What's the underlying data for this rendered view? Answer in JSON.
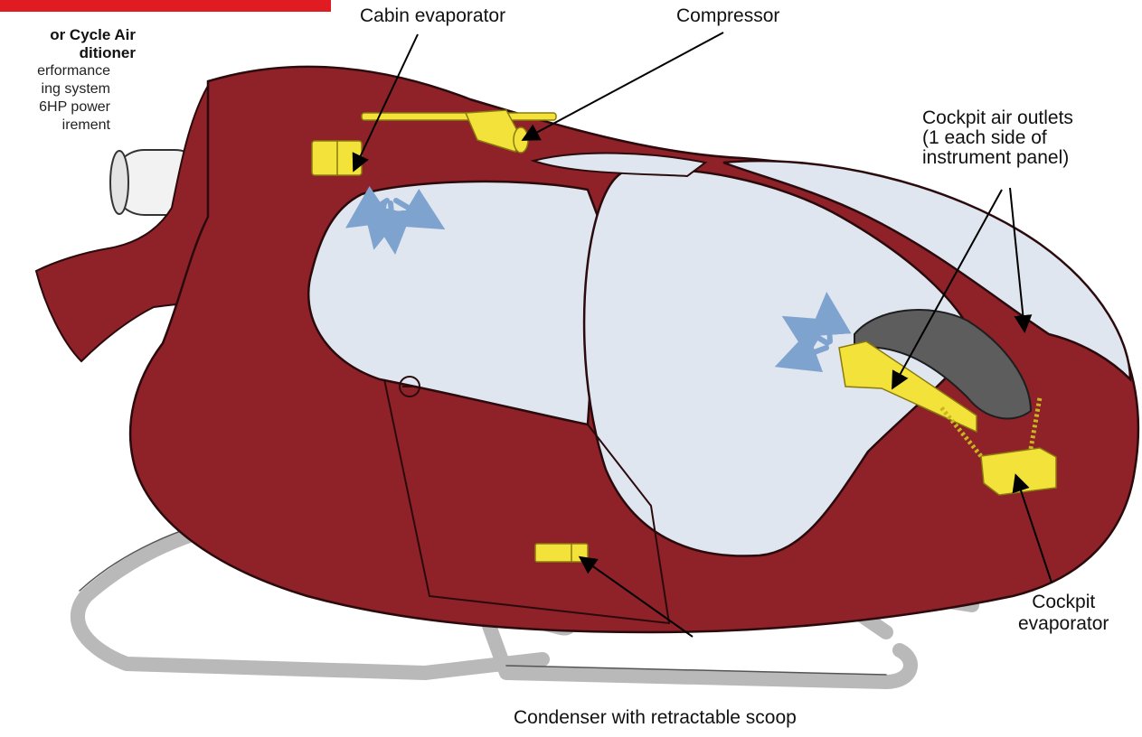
{
  "sidebar": {
    "title": "or Cycle Air\nditioner",
    "description": "erformance\ning system\n6HP power\nirement"
  },
  "labels": {
    "cabin_evaporator": "Cabin evaporator",
    "compressor": "Compressor",
    "cockpit_air_outlets": "Cockpit air outlets\n(1 each side of\ninstrument panel)",
    "cockpit_evaporator": "Cockpit\nevaporator",
    "condenser": "Condenser with retractable scoop"
  },
  "colors": {
    "fuselage": "#8e2228",
    "window": "#dfe6ef",
    "component": "#f3e23a",
    "skid": "#b9b9b9",
    "airflow_arrow": "#7fa3cf",
    "banner": "#e11b22"
  }
}
